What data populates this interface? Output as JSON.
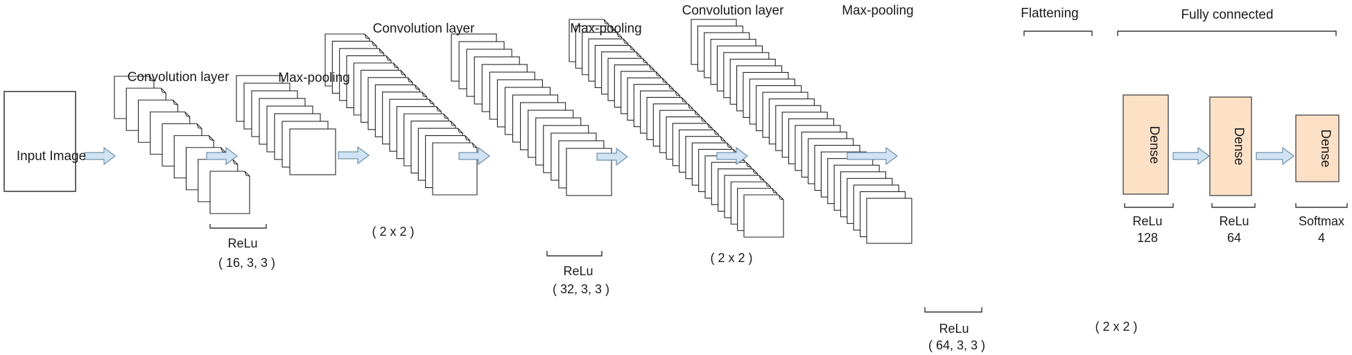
{
  "input": {
    "label": "Input Image"
  },
  "stages": [
    {
      "title": "Convolution layer",
      "activation": "ReLu",
      "params": "( 16, 3, 3 )"
    },
    {
      "title": "Max-pooling",
      "params": "( 2 x 2 )"
    },
    {
      "title": "Convolution layer",
      "activation": "ReLu",
      "params": "( 32, 3, 3 )"
    },
    {
      "title": "Max-pooling",
      "params": "( 2 x 2 )"
    },
    {
      "title": "Convolution layer",
      "activation": "ReLu",
      "params": "( 64, 3, 3 )"
    },
    {
      "title": "Max-pooling",
      "params": "( 2 x 2 )"
    }
  ],
  "flattening": {
    "title": "Flattening"
  },
  "fully_connected": {
    "title": "Fully connected",
    "layers": [
      {
        "label": "Dense",
        "activation": "ReLu",
        "units": "128"
      },
      {
        "label": "Dense",
        "activation": "ReLu",
        "units": "64"
      },
      {
        "label": "Dense",
        "activation": "Softmax",
        "units": "4"
      }
    ]
  },
  "colors": {
    "arrow_fill": "#cfe3f4",
    "arrow_stroke": "#6f8ea6",
    "dense_fill": "#fde1c6",
    "dense_stroke": "#333333",
    "map_stroke": "#222222"
  }
}
